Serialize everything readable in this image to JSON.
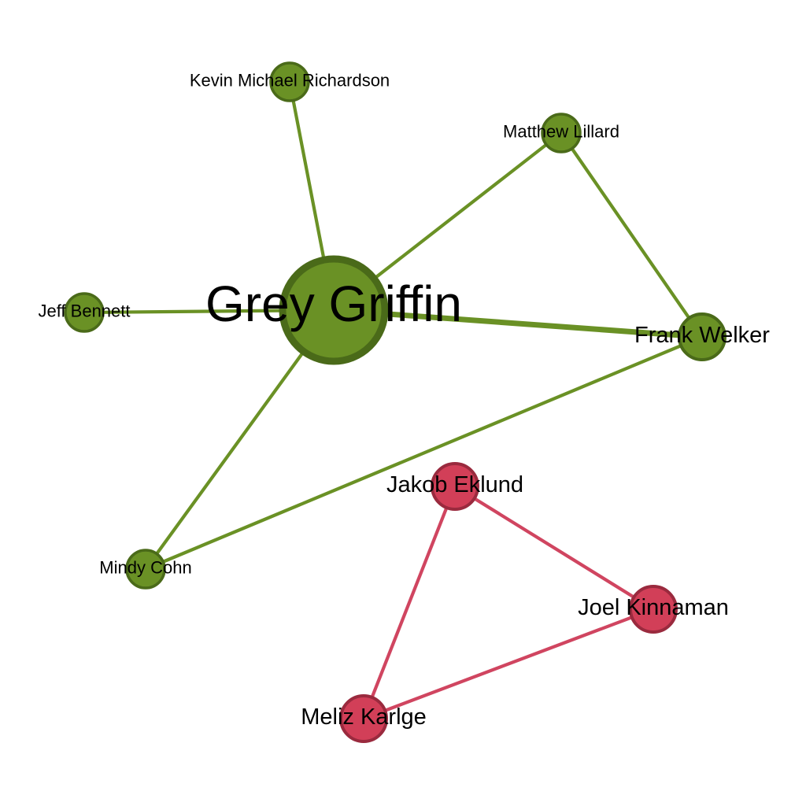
{
  "colors": {
    "background": "#ffffff",
    "community_green_fill": "#6a9125",
    "community_green_stroke": "#4a6a19",
    "community_green_edge": "#6a9125",
    "community_red_fill": "#d23f58",
    "community_red_stroke": "#9a2a3e",
    "community_red_edge": "#d04560",
    "label_color": "#000000"
  },
  "nodes": [
    {
      "id": "grey-griffin",
      "label": "Grey Griffin",
      "community": "green"
    },
    {
      "id": "kevin-michael-richardson",
      "label": "Kevin Michael Richardson",
      "community": "green"
    },
    {
      "id": "matthew-lillard",
      "label": "Matthew Lillard",
      "community": "green"
    },
    {
      "id": "jeff-bennett",
      "label": "Jeff Bennett",
      "community": "green"
    },
    {
      "id": "frank-welker",
      "label": "Frank Welker",
      "community": "green"
    },
    {
      "id": "mindy-cohn",
      "label": "Mindy Cohn",
      "community": "green"
    },
    {
      "id": "jakob-eklund",
      "label": "Jakob Eklund",
      "community": "red"
    },
    {
      "id": "joel-kinnaman",
      "label": "Joel Kinnaman",
      "community": "red"
    },
    {
      "id": "meliz-karlge",
      "label": "Meliz Karlge",
      "community": "red"
    }
  ],
  "edges": [
    {
      "source": "grey-griffin",
      "target": "kevin-michael-richardson",
      "community": "green"
    },
    {
      "source": "grey-griffin",
      "target": "matthew-lillard",
      "community": "green"
    },
    {
      "source": "grey-griffin",
      "target": "jeff-bennett",
      "community": "green"
    },
    {
      "source": "grey-griffin",
      "target": "frank-welker",
      "community": "green",
      "weight": "strong"
    },
    {
      "source": "grey-griffin",
      "target": "mindy-cohn",
      "community": "green"
    },
    {
      "source": "matthew-lillard",
      "target": "frank-welker",
      "community": "green"
    },
    {
      "source": "frank-welker",
      "target": "mindy-cohn",
      "community": "green"
    },
    {
      "source": "jakob-eklund",
      "target": "joel-kinnaman",
      "community": "red"
    },
    {
      "source": "jakob-eklund",
      "target": "meliz-karlge",
      "community": "red"
    },
    {
      "source": "joel-kinnaman",
      "target": "meliz-karlge",
      "community": "red"
    }
  ]
}
